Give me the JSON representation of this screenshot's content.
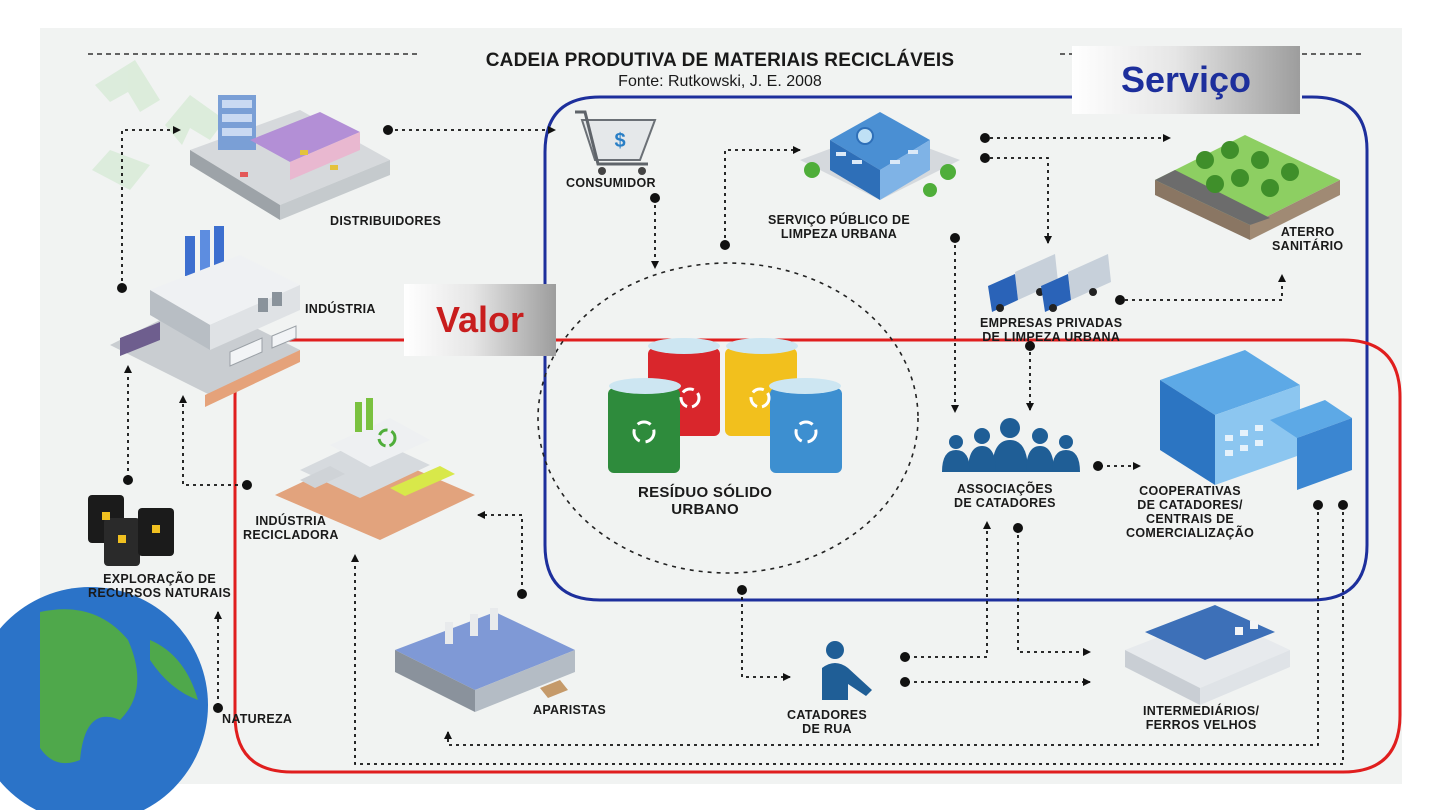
{
  "header": {
    "title": "CADEIA PRODUTIVA DE MATERIAIS RECICLÁVEIS",
    "source": "Fonte: Rutkowski, J. E. 2008"
  },
  "tags": {
    "servico": "Serviço",
    "valor": "Valor"
  },
  "nodes": {
    "consumidor": "CONSUMIDOR",
    "distribuidores": "DISTRIBUIDORES",
    "industria": "INDÚSTRIA",
    "servico_publico_1": "SERVIÇO PÚBLICO DE",
    "servico_publico_2": "LIMPEZA URBANA",
    "aterro_1": "ATERRO",
    "aterro_2": "SANITÁRIO",
    "empresas_1": "EMPRESAS PRIVADAS",
    "empresas_2": "DE LIMPEZA URBANA",
    "residuo_1": "RESÍDUO SÓLIDO",
    "residuo_2": "URBANO",
    "associacoes_1": "ASSOCIAÇÕES",
    "associacoes_2": "DE CATADORES",
    "cooperativas_1": "COOPERATIVAS",
    "cooperativas_2": "DE CATADORES/",
    "cooperativas_3": "CENTRAIS DE",
    "cooperativas_4": "COMERCIALIZAÇÃO",
    "industria_recicladora_1": "INDÚSTRIA",
    "industria_recicladora_2": "RECICLADORA",
    "exploracao_1": "EXPLORAÇÃO DE",
    "exploracao_2": "RECURSOS NATURAIS",
    "natureza": "NATUREZA",
    "aparistas": "APARISTAS",
    "catadores_rua_1": "CATADORES",
    "catadores_rua_2": "DE RUA",
    "intermediarios_1": "INTERMEDIÁRIOS/",
    "intermediarios_2": "FERROS VELHOS"
  },
  "colors": {
    "servico_border": "#1d2f9c",
    "valor_border": "#e01e1e",
    "bin_green": "#2e8b3c",
    "bin_red": "#d9262c",
    "bin_yellow": "#f2c01d",
    "bin_blue": "#3d8fd0"
  },
  "icons": [
    "shopping-cart-icon",
    "shopping-mall-icon",
    "factory-icon",
    "office-building-icon",
    "landfill-icon",
    "garbage-truck-icon",
    "recycling-bins-icon",
    "people-group-icon",
    "warehouse-icon",
    "recycling-plant-icon",
    "oil-barrels-icon",
    "globe-icon",
    "street-collector-icon"
  ]
}
